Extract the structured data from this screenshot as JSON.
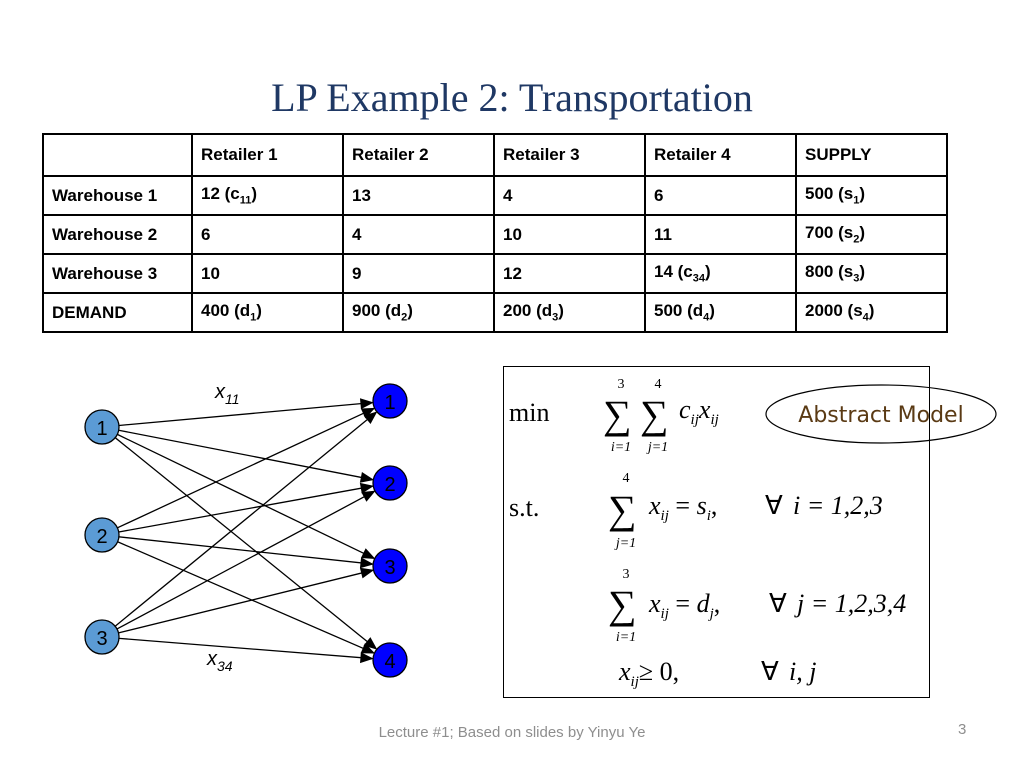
{
  "slide": {
    "title": "LP Example 2: Transportation",
    "footer": "Lecture #1; Based on slides by Yinyu Ye",
    "page_number": "3"
  },
  "table": {
    "header": [
      "",
      "Retailer 1",
      "Retailer 2",
      "Retailer 3",
      "Retailer 4",
      "SUPPLY"
    ],
    "rows": [
      [
        {
          "t": "Warehouse 1"
        },
        {
          "t": "12 (c",
          "s": "11",
          "e": ")"
        },
        {
          "t": "13"
        },
        {
          "t": "4"
        },
        {
          "t": "6"
        },
        {
          "t": "500   (s",
          "s": "1",
          "e": ")"
        }
      ],
      [
        {
          "t": "Warehouse 2"
        },
        {
          "t": "6"
        },
        {
          "t": "4"
        },
        {
          "t": "10"
        },
        {
          "t": "11"
        },
        {
          "t": "700   (s",
          "s": "2",
          "e": ")"
        }
      ],
      [
        {
          "t": "Warehouse 3"
        },
        {
          "t": "10"
        },
        {
          "t": "9"
        },
        {
          "t": "12"
        },
        {
          "t": "14 (c",
          "s": "34",
          "e": ")"
        },
        {
          "t": "800   (s",
          "s": "3",
          "e": ")"
        }
      ],
      [
        {
          "t": "DEMAND"
        },
        {
          "t": "400 (d",
          "s": "1",
          "e": ")"
        },
        {
          "t": "900 (d",
          "s": "2",
          "e": ")"
        },
        {
          "t": "200 (d",
          "s": "3",
          "e": ")"
        },
        {
          "t": "500 (d",
          "s": "4",
          "e": ")"
        },
        {
          "t": "2000 (s",
          "s": "4",
          "e": ")"
        }
      ]
    ]
  },
  "network": {
    "warehouses": [
      "1",
      "2",
      "3"
    ],
    "retailers": [
      "1",
      "2",
      "3",
      "4"
    ],
    "edge_label_top": {
      "base": "x",
      "sub": "11"
    },
    "edge_label_bottom": {
      "base": "x",
      "sub": "34"
    },
    "node_fill": "#0000ff",
    "warehouse_node_fill": "#5b9bd5"
  },
  "model": {
    "objective_keyword": "min",
    "constraint_keyword": "s.t.",
    "sum1_upper": "3",
    "sum1_lower": "i=1",
    "sum2_upper": "4",
    "sum2_lower": "j=1",
    "supply_sum_upper": "4",
    "supply_sum_lower": "j=1",
    "supply_rhs": "i = 1,2,3",
    "demand_sum_upper": "3",
    "demand_sum_lower": "i=1",
    "demand_rhs": "j = 1,2,3,4",
    "nonneg_rhs": "i, j",
    "abstract_label": "Abstract Model"
  }
}
